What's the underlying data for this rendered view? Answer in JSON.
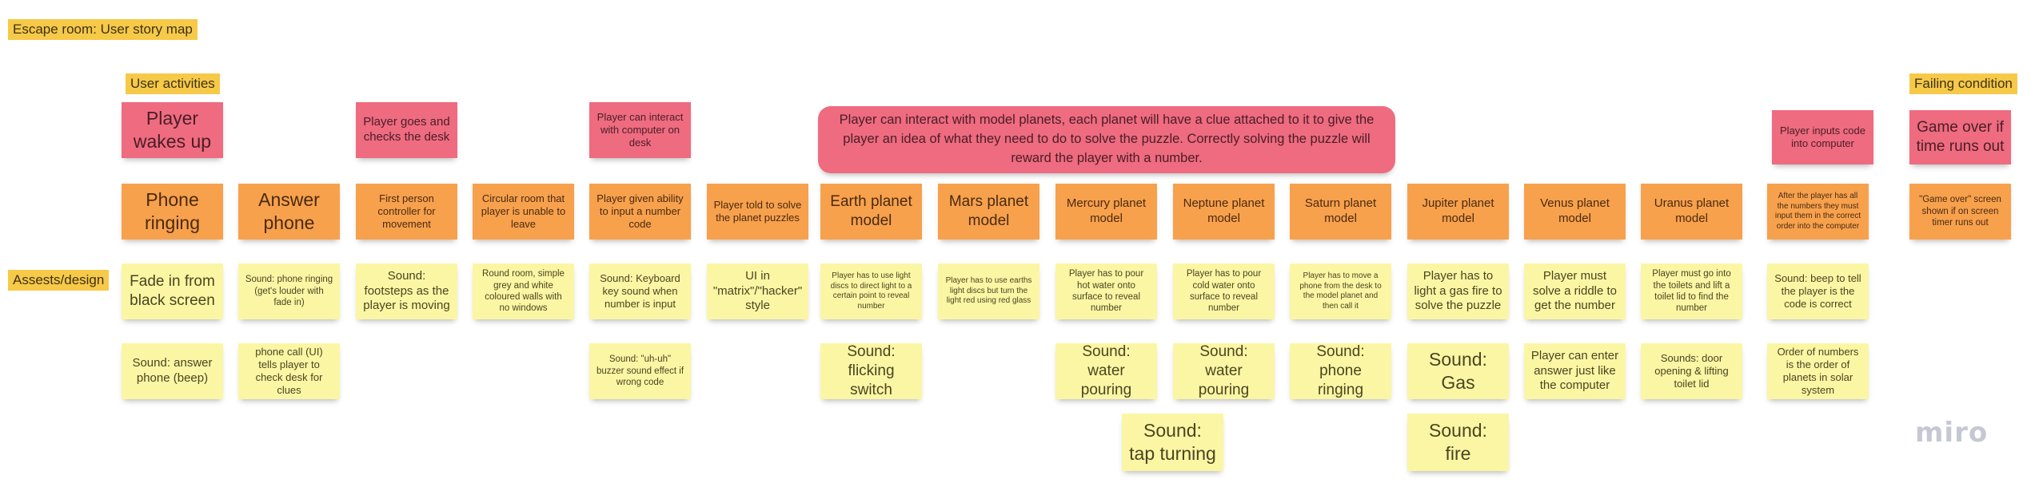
{
  "title": "Escape room: User story map",
  "labels": {
    "user_activities": "User activities",
    "failing_condition": "Failing condition",
    "assets_design": "Assests/design"
  },
  "activities": {
    "wakes_up": "Player wakes up",
    "checks_desk": "Player goes and checks the desk",
    "computer": "Player can interact with computer on desk",
    "planets": "Player can interact with model planets, each planet will have a clue attached to it to give the player an idea of what they need to do to solve the puzzle. Correctly solving the puzzle will reward the player with a number.",
    "inputs_code": "Player inputs code into computer",
    "game_over": "Game over if time runs out"
  },
  "stories": {
    "phone_ringing": "Phone ringing",
    "answer_phone": "Answer phone",
    "first_person": "First person controller for movement",
    "circular_room": "Circular room that player is unable to leave",
    "input_number": "Player given ability to input a number code",
    "told_to_solve": "Player told to solve the planet puzzles",
    "earth": "Earth planet model",
    "mars": "Mars planet model",
    "mercury": "Mercury planet model",
    "neptune": "Neptune planet model",
    "saturn": "Saturn planet model",
    "jupiter": "Jupiter planet model",
    "venus": "Venus planet model",
    "uranus": "Uranus planet model",
    "order_input": "After the player has all the numbers they must input them in the correct order into the computer",
    "game_over_screen": "\"Game over\" screen shown if on screen timer runs out"
  },
  "assets_row1": {
    "fade_in": "Fade in from black screen",
    "phone_sound": "Sound: phone ringing (get's louder with fade in)",
    "footsteps": "Sound: footsteps as the player is moving",
    "round_room": "Round room, simple grey and white coloured walls with no windows",
    "keyboard": "Sound: Keyboard key sound when number is input",
    "ui_matrix": "UI in \"matrix\"/\"hacker\" style",
    "earth_clue": "Player has to use light discs to direct light to a certain point to reveal number",
    "mars_clue": "Player has to use earths light discs but turn the light red using red glass",
    "mercury_clue": "Player has to pour hot water onto surface to reveal number",
    "neptune_clue": "Player has to pour cold water onto surface to reveal number",
    "saturn_clue": "Player has to move a phone from the desk to the model planet and then call it",
    "jupiter_clue": "Player has to light a gas fire to solve the puzzle",
    "venus_clue": "Player must solve a riddle to get the number",
    "uranus_clue": "Player must go into the toilets and lift a toilet lid to find the number",
    "beep_correct": "Sound: beep to tell the player is the code is correct"
  },
  "assets_row2": {
    "answer_beep": "Sound: answer phone (beep)",
    "phone_call_ui": "phone call (UI) tells player to check desk for clues",
    "uh_uh": "Sound: \"uh-uh\" buzzer sound effect if wrong code",
    "flicking_switch": "Sound: flicking switch",
    "water_pouring_1": "Sound: water pouring",
    "water_pouring_2": "Sound: water pouring",
    "phone_ringing_sound": "Sound: phone ringing",
    "gas": "Sound: Gas",
    "enter_answer": "Player can enter answer just like the computer",
    "door_opening": "Sounds: door opening & lifting toilet lid",
    "order_numbers": "Order of numbers is the order of planets in solar system"
  },
  "assets_row3": {
    "tap_turning": "Sound: tap turning",
    "fire": "Sound: fire"
  },
  "logo": "miro",
  "colors": {
    "label": "#f7c948",
    "activity": "#ee6b80",
    "story": "#f7a14d",
    "asset": "#fbf6a4",
    "logo": "#c4c8d3"
  }
}
